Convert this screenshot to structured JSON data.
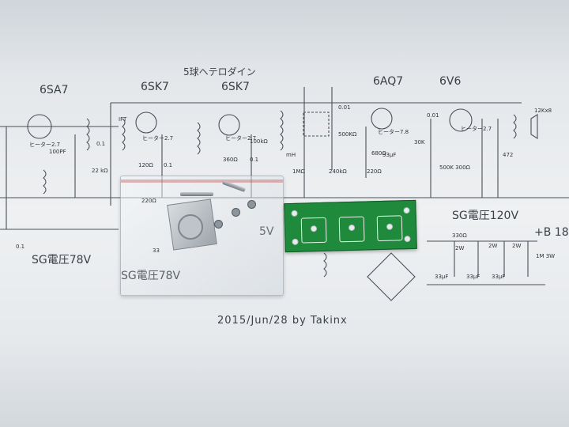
{
  "schematic": {
    "title": "5球ヘテロダイン",
    "tubes": [
      "6SA7",
      "6SK7",
      "6SK7",
      "6AQ7",
      "6V6"
    ],
    "component_labels": {
      "ift": "IFT",
      "heater_1": "ヒーター2.7",
      "heater_2": "ヒーター2.7",
      "heater_3": "ヒーター2.7",
      "heater_4": "ヒーター7.8",
      "heater_5": "ヒーター2.7",
      "c_100pf": "100PF",
      "c_01a": "0.1",
      "c_01b": "0.1",
      "c_01c": "0.1",
      "c_001a": "0.01",
      "c_001b": "0.01",
      "r_22k": "22 kΩ",
      "r_120": "120Ω",
      "r_360": "360Ω",
      "r_100k": "100kΩ",
      "r_1m": "1MΩ",
      "vol_500k": "500KΩ",
      "r_680": "680Ω",
      "r_220": "220Ω",
      "r_240k": "240kΩ",
      "r_30k": "30K",
      "r_500k_300": "500K 300Ω",
      "c_33uf": "33μF",
      "r_472": "472",
      "speaker": "12Kx8",
      "r_330": "330Ω",
      "w_2a": "2W",
      "w_2b": "2W",
      "w_2c": "2W",
      "r_1m_3w": "1M 3W",
      "c_33_1": "33μF",
      "c_33_2": "33μF",
      "c_33_3": "33μF",
      "r_220_bag": "220Ω",
      "c_33_bag": "33",
      "v_mh": "mH"
    },
    "sg_left": "SG電圧78V",
    "sg_left_bag": "SG電圧78V",
    "sg_right": "SG電圧120V",
    "b_plus": "+B 18",
    "credit": "2015/Jun/28 by   Takinx",
    "partial_bag_text": "5V"
  },
  "colors": {
    "paper": "#eef0f2",
    "ink": "#3a3f46",
    "pcb": "#1f8a3c"
  }
}
